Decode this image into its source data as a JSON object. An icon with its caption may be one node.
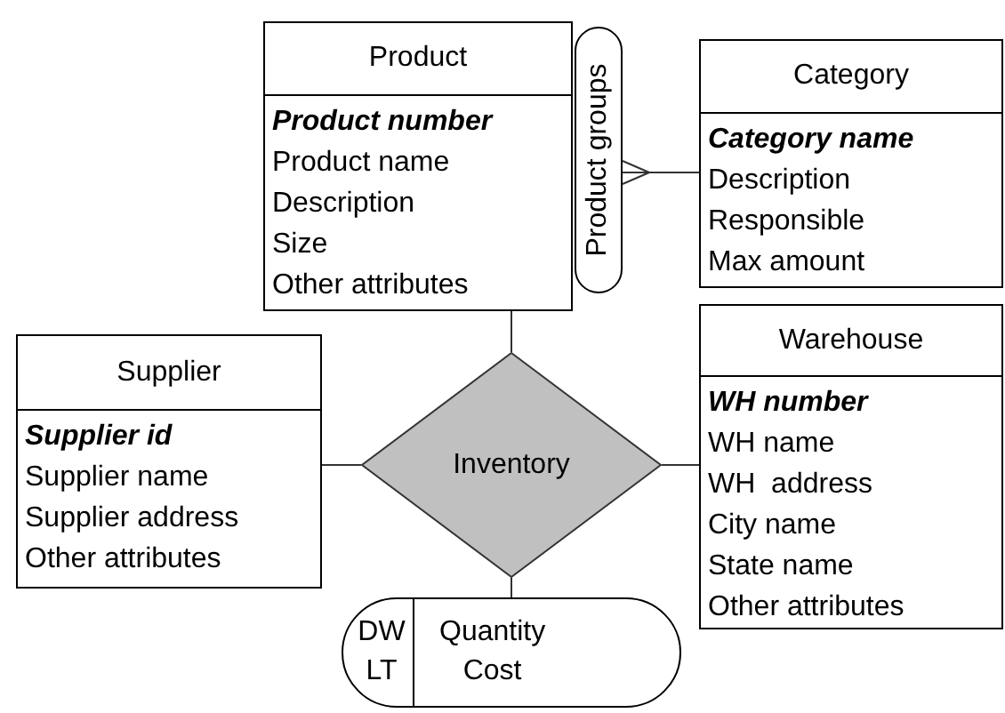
{
  "diagram": {
    "nodes": [
      {
        "text": [
          "Product",
          "Product number",
          "Product name",
          "Description",
          "Size",
          "Other attributes"
        ]
      },
      {
        "text": [
          "Product groups"
        ]
      },
      {
        "text": [
          "Category",
          "Category name",
          "Description",
          "Responsible",
          "Max amount"
        ]
      },
      {
        "text": [
          "Supplier",
          "Supplier id",
          "Supplier name",
          "Supplier address",
          "Other attributes"
        ]
      },
      {
        "text": [
          "Inventory"
        ]
      },
      {
        "text": [
          "Warehouse",
          "WH number",
          "WH name",
          "WH  address",
          "City name",
          "State name",
          "Other attributes"
        ]
      },
      {
        "text": [
          "DW",
          "LT",
          "Quantity",
          "Cost"
        ]
      }
    ],
    "edges": [
      {
        "from": 2,
        "to": 1,
        "arrow": "other"
      },
      {
        "from": 0,
        "to": 4,
        "arrow": "none"
      },
      {
        "from": 3,
        "to": 4,
        "arrow": "none"
      },
      {
        "from": 5,
        "to": 4,
        "arrow": "none"
      },
      {
        "from": 4,
        "to": 6,
        "arrow": "none"
      }
    ]
  }
}
